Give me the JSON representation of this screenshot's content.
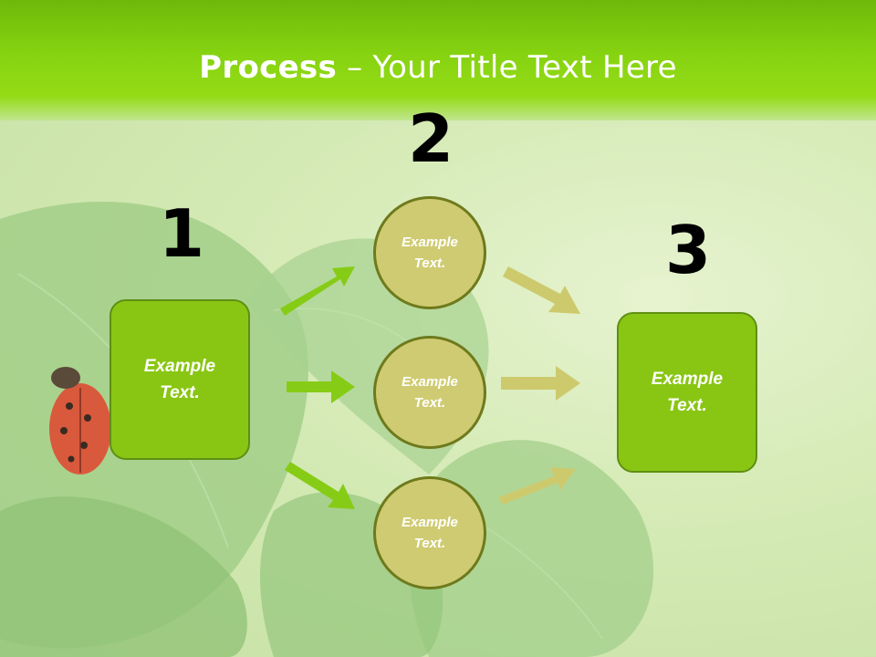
{
  "slide": {
    "title_bold": "Process",
    "title_rest": " – Your Title Text Here"
  },
  "steps": {
    "step1_number": "1",
    "step2_number": "2",
    "step3_number": "3"
  },
  "boxes": {
    "left_text": "Example Text.",
    "right_text": "Example Text."
  },
  "circles": [
    {
      "text": "Example Text."
    },
    {
      "text": "Example Text."
    },
    {
      "text": "Example Text."
    }
  ],
  "colors": {
    "title_band": "#86d311",
    "box_fill": "#89c614",
    "circle_fill": "#cfcb72",
    "arrow_green": "#86cc16",
    "arrow_olive": "#cdca6e"
  }
}
